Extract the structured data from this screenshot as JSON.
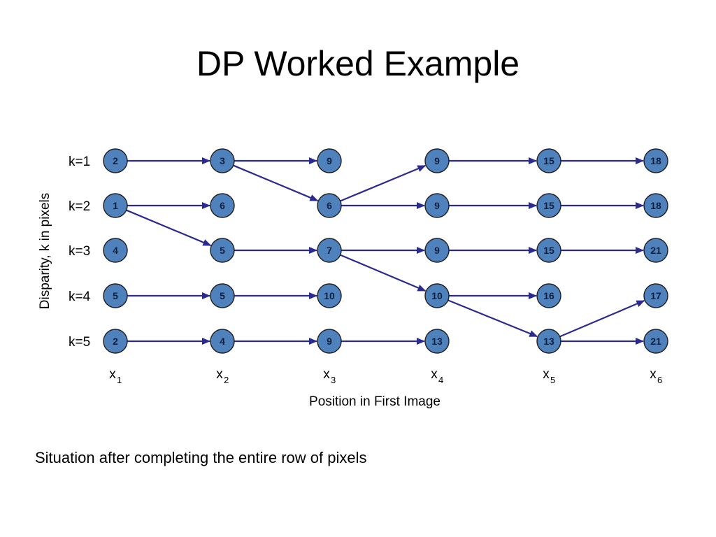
{
  "title": "DP Worked Example",
  "caption": "Situation after completing the entire row of pixels",
  "y_axis_label": "Disparity, k in pixels",
  "x_axis_label": "Position in First Image",
  "row_labels": [
    "k=1",
    "k=2",
    "k=3",
    "k=4",
    "k=5"
  ],
  "column_labels": [
    {
      "base": "x",
      "sub": "1"
    },
    {
      "base": "x",
      "sub": "2"
    },
    {
      "base": "x",
      "sub": "3"
    },
    {
      "base": "x",
      "sub": "4"
    },
    {
      "base": "x",
      "sub": "5"
    },
    {
      "base": "x",
      "sub": "6"
    }
  ],
  "grid_values": [
    [
      2,
      3,
      9,
      9,
      15,
      18
    ],
    [
      1,
      6,
      6,
      9,
      15,
      18
    ],
    [
      4,
      5,
      7,
      9,
      15,
      21
    ],
    [
      5,
      5,
      10,
      10,
      16,
      17
    ],
    [
      2,
      4,
      9,
      13,
      13,
      21
    ]
  ],
  "edges": [
    {
      "from": [
        1,
        1
      ],
      "to": [
        2,
        1
      ]
    },
    {
      "from": [
        2,
        1
      ],
      "to": [
        3,
        1
      ]
    },
    {
      "from": [
        2,
        1
      ],
      "to": [
        3,
        2
      ]
    },
    {
      "from": [
        3,
        2
      ],
      "to": [
        4,
        1
      ]
    },
    {
      "from": [
        4,
        1
      ],
      "to": [
        5,
        1
      ]
    },
    {
      "from": [
        5,
        1
      ],
      "to": [
        6,
        1
      ]
    },
    {
      "from": [
        1,
        2
      ],
      "to": [
        2,
        2
      ]
    },
    {
      "from": [
        1,
        2
      ],
      "to": [
        2,
        3
      ]
    },
    {
      "from": [
        3,
        2
      ],
      "to": [
        4,
        2
      ]
    },
    {
      "from": [
        4,
        2
      ],
      "to": [
        5,
        2
      ]
    },
    {
      "from": [
        5,
        2
      ],
      "to": [
        6,
        2
      ]
    },
    {
      "from": [
        2,
        3
      ],
      "to": [
        3,
        3
      ]
    },
    {
      "from": [
        3,
        3
      ],
      "to": [
        4,
        3
      ]
    },
    {
      "from": [
        3,
        3
      ],
      "to": [
        4,
        4
      ]
    },
    {
      "from": [
        4,
        3
      ],
      "to": [
        5,
        3
      ]
    },
    {
      "from": [
        5,
        3
      ],
      "to": [
        6,
        3
      ]
    },
    {
      "from": [
        1,
        4
      ],
      "to": [
        2,
        4
      ]
    },
    {
      "from": [
        2,
        4
      ],
      "to": [
        3,
        4
      ]
    },
    {
      "from": [
        4,
        4
      ],
      "to": [
        5,
        4
      ]
    },
    {
      "from": [
        4,
        4
      ],
      "to": [
        5,
        5
      ]
    },
    {
      "from": [
        5,
        5
      ],
      "to": [
        6,
        4
      ]
    },
    {
      "from": [
        1,
        5
      ],
      "to": [
        2,
        5
      ]
    },
    {
      "from": [
        2,
        5
      ],
      "to": [
        3,
        5
      ]
    },
    {
      "from": [
        3,
        5
      ],
      "to": [
        4,
        5
      ]
    },
    {
      "from": [
        5,
        5
      ],
      "to": [
        6,
        5
      ]
    }
  ],
  "colors": {
    "node_fill": "#4f81bd",
    "node_stroke": "#1f1f1f",
    "node_text": "#0d2240",
    "edge": "#2b2b8f"
  }
}
